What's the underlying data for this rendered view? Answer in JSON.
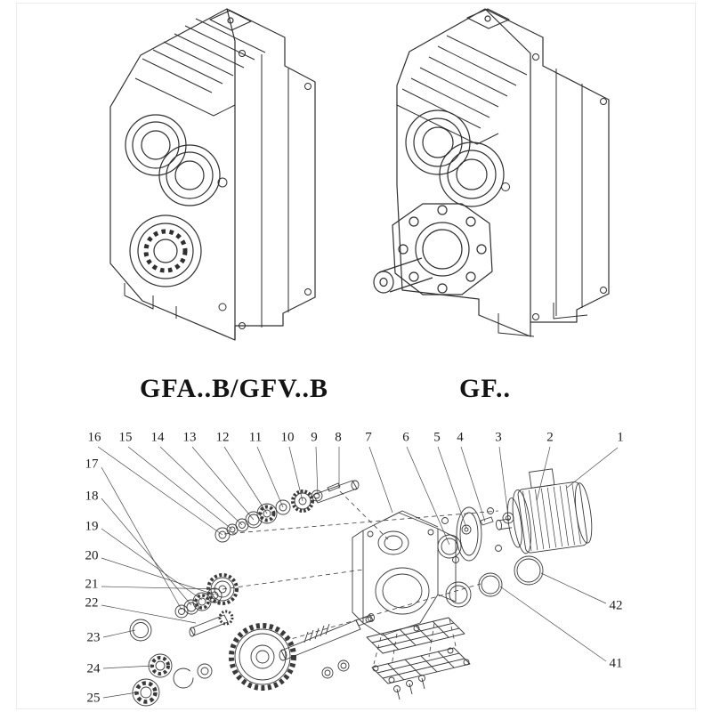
{
  "page": {
    "background": "#ffffff",
    "line_color": "#2f2f2f"
  },
  "models": {
    "left": {
      "label": "GFA..B/GFV..B"
    },
    "right": {
      "label": "GF.."
    }
  },
  "exploded": {
    "top_callouts": [
      "16",
      "15",
      "14",
      "13",
      "12",
      "11",
      "10",
      "9",
      "8",
      "7",
      "6",
      "5",
      "4",
      "3",
      "2",
      "1"
    ],
    "left_callouts": [
      "17",
      "18",
      "19",
      "20",
      "21",
      "22",
      "23",
      "24",
      "25"
    ],
    "right_callouts": [
      "42",
      "41"
    ]
  }
}
